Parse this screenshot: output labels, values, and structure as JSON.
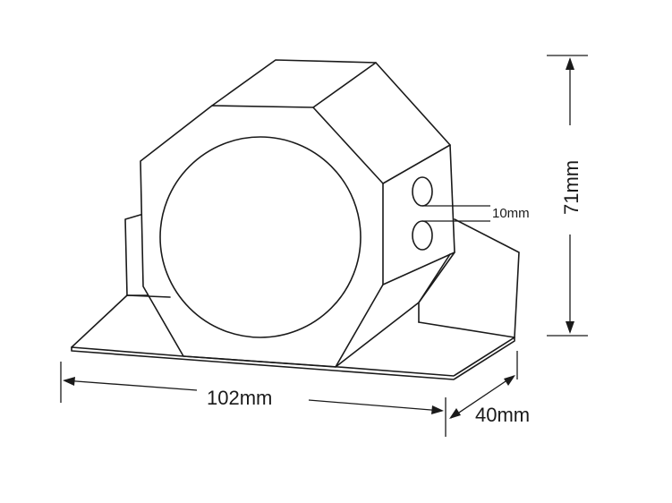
{
  "dimensions": {
    "length": "102mm",
    "height": "71mm",
    "depth": "40mm",
    "hole_spacing": "10mm"
  }
}
